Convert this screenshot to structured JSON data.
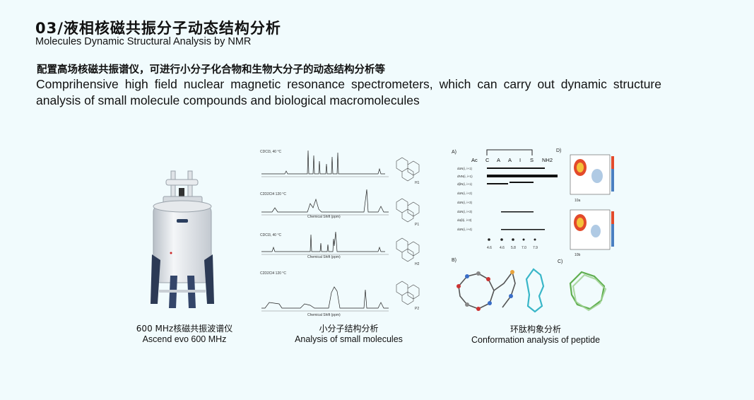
{
  "header": {
    "title": "03/液相核磁共振分子动态结构分析",
    "subtitle": "Molecules Dynamic Structural Analysis by NMR"
  },
  "intro": {
    "heading_cn": "配置高场核磁共振谱仪，可进行小分子化合物和生物大分子的动态结构分析等",
    "description_en": "Comprihensive high field nuclear magnetic resonance spectrometers, which can carry out dynamic structure analysis of small molecule compounds and biological macromolecules"
  },
  "figures": [
    {
      "caption_cn": "600 MHz核磁共振波谱仪",
      "caption_en": "Ascend evo 600 MHz"
    },
    {
      "caption_cn": "小分子结构分析",
      "caption_en": "Analysis of small molecules"
    },
    {
      "caption_cn": "环肽构象分析",
      "caption_en": "Conformation analysis of peptide"
    }
  ],
  "spectra": {
    "panels": [
      {
        "solvent": "CDCl3, 40 °C",
        "compound": "H1"
      },
      {
        "solvent": "C2D2Cl4 120 °C",
        "compound": "P1"
      },
      {
        "solvent": "CDCl3, 40 °C",
        "compound": "H2"
      },
      {
        "solvent": "C2D2Cl4 120 °C",
        "compound": "P2"
      }
    ],
    "axis_label": "Chemical Shift (ppm)"
  },
  "peptide": {
    "panel_a": "A)",
    "panel_b": "B)",
    "panel_c": "C)",
    "panel_d": "D)",
    "sequence": [
      "Ac",
      "C",
      "A",
      "A",
      "I",
      "S",
      "NH2"
    ],
    "noe_rows": [
      "dαN(i, i+1)",
      "dNN(i, i+1)",
      "dβN(i, i+1)",
      "dαN(i, i+2)",
      "dαN(i, i+3)",
      "dαN(i, i+3)",
      "dαβ(i, i+3)",
      "dαN(i, i+4)"
    ],
    "j_values": [
      "4.6",
      "4.6",
      "5.8",
      "7.0",
      "7.9"
    ],
    "plot_labels": [
      "10a",
      "10b"
    ]
  }
}
